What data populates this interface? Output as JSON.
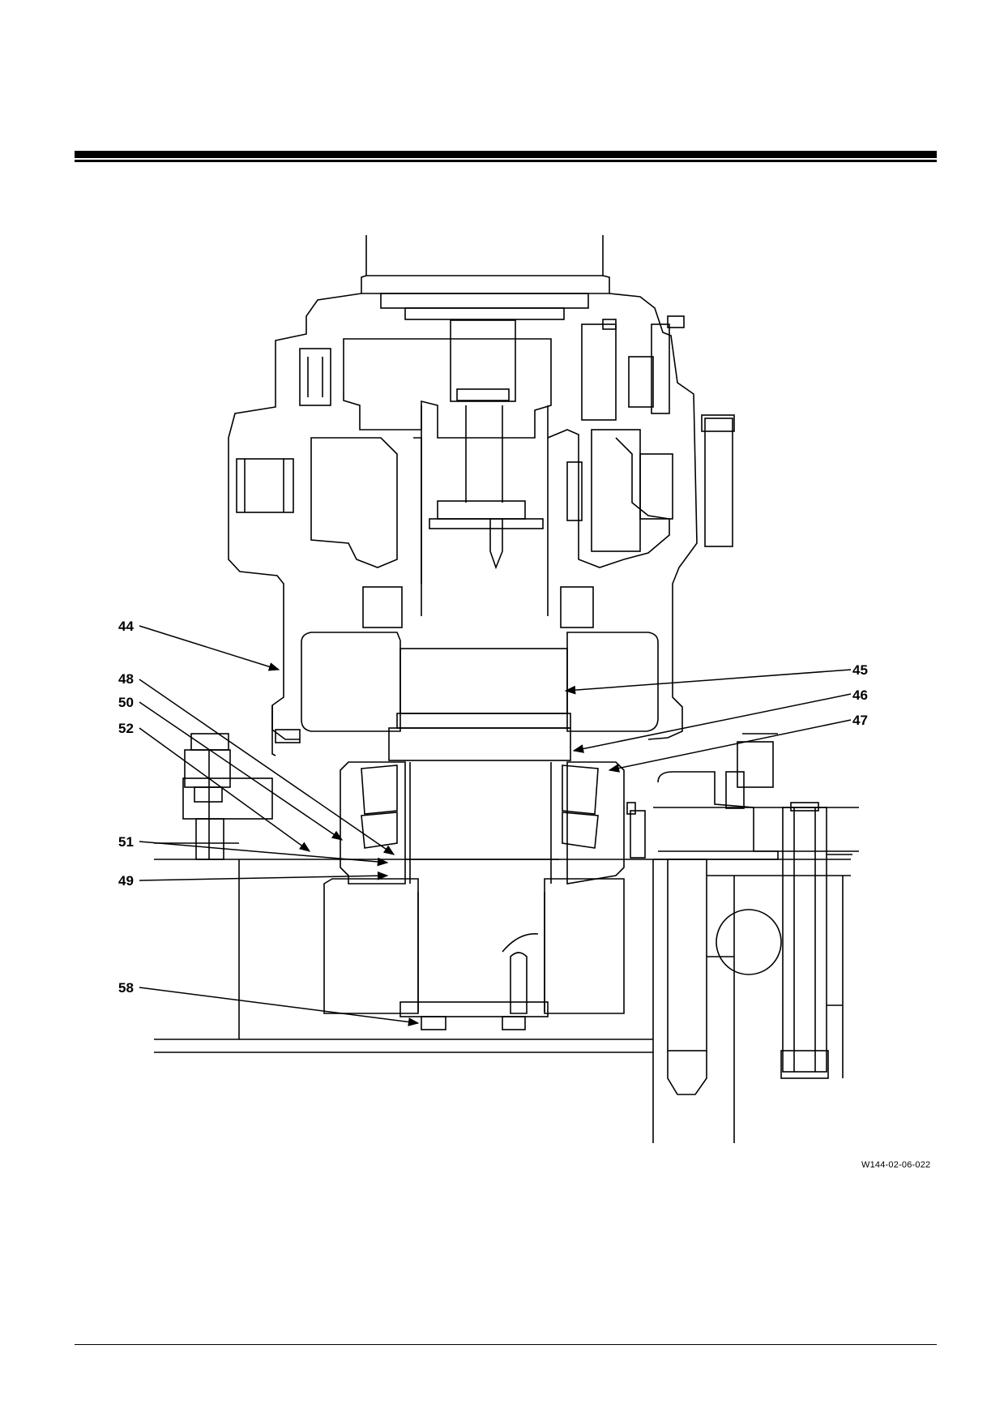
{
  "figure_code": "W144-02-06-022",
  "callouts": {
    "c44": "44",
    "c45": "45",
    "c46": "46",
    "c47": "47",
    "c48": "48",
    "c50": "50",
    "c52": "52",
    "c51": "51",
    "c49": "49",
    "c58": "58"
  }
}
